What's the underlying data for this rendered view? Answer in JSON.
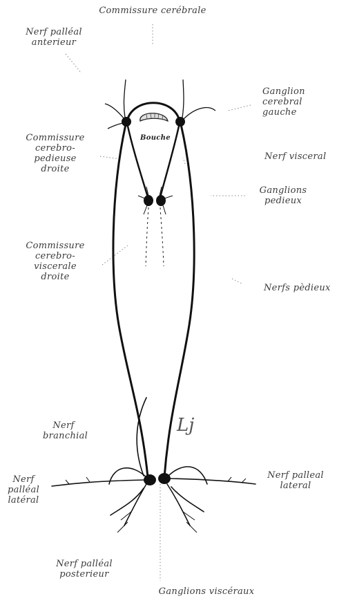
{
  "labels": {
    "commissure_cerebrale": "Commissure cerébrale",
    "nerf_palleal_anterieur": [
      "Nerf palléal",
      "anterieur"
    ],
    "ganglion_cerebral_gauche": [
      "Ganglion",
      "cerebral",
      "gauche"
    ],
    "bouche": "Bouche",
    "commissure_cerebro_pedieuse": [
      "Commissure",
      "cerebro-",
      "pedieuse",
      "droite"
    ],
    "nerf_visceral": "Nerf visceral",
    "ganglions_pedieux": [
      "Ganglions",
      "pedieux"
    ],
    "commissure_cerebro_viscerale": [
      "Commissure",
      "cerebro-",
      "viscerale",
      "droite"
    ],
    "nerfs_pedieux": "Nerfs pèdieux",
    "nerf_branchial": [
      "Nerf",
      "branchial"
    ],
    "nerf_palleal_lateral_left": [
      "Nerf",
      "palléal",
      "latéral"
    ],
    "nerf_palleal_lateral_right": [
      "Nerf  palleal",
      "lateral"
    ],
    "nerf_palleal_posterieur": [
      "Nerf palléal",
      "posterieur"
    ],
    "ganglions_visceraux": "Ganglions viscéraux"
  },
  "colors": {
    "ink": "#111111",
    "text": "#3a3a3a",
    "leader": "#777777"
  },
  "signature_icon": "signature-monogram"
}
